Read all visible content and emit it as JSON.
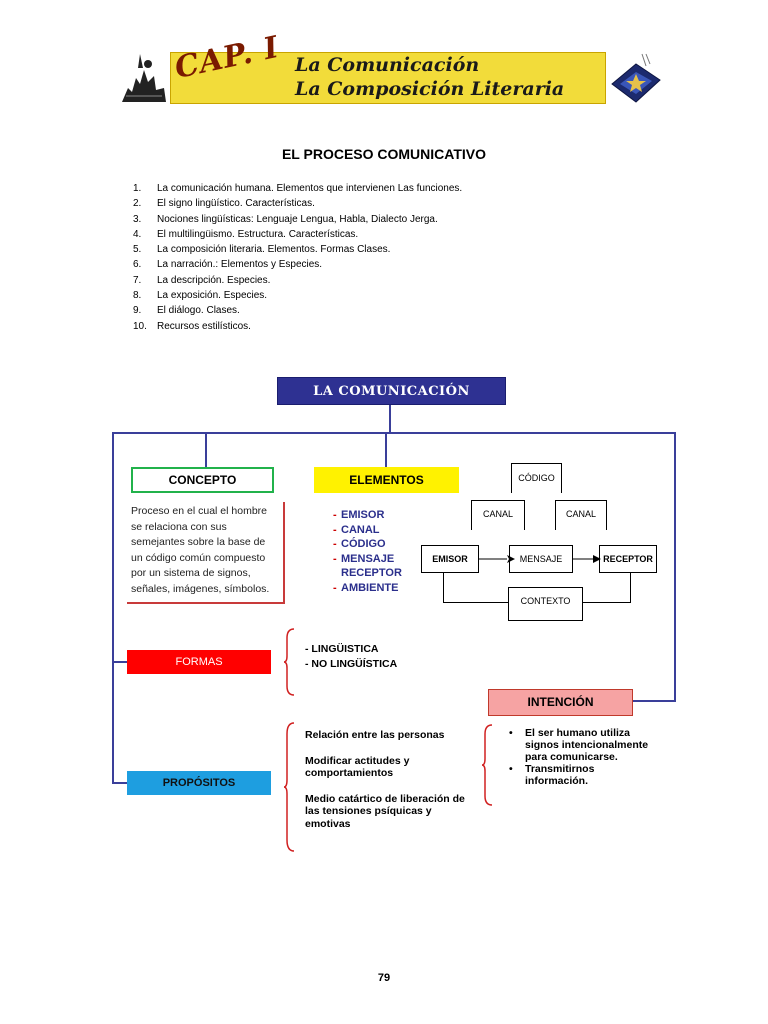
{
  "header": {
    "chapter": "CAP. I",
    "line1": "La Comunicación",
    "line2": "La Composición Literaria"
  },
  "title": "EL PROCESO COMUNICATIVO",
  "toc": [
    {
      "num": "1.",
      "text": "La comunicación humana.  Elementos que intervienen  Las funciones."
    },
    {
      "num": "2.",
      "text": "El signo lingüístico. Características."
    },
    {
      "num": "3.",
      "text": "Nociones  lingüísticas: Lenguaje Lengua, Habla, Dialecto Jerga."
    },
    {
      "num": "4.",
      "text": "El multilingüismo. Estructura. Características."
    },
    {
      "num": "5.",
      "text": "La composición literaria. Elementos. Formas Clases."
    },
    {
      "num": "6.",
      "text": "La narración.: Elementos  y Especies."
    },
    {
      "num": "7.",
      "text": "La  descripción. Especies."
    },
    {
      "num": "8.",
      "text": "La  exposición. Especies."
    },
    {
      "num": "9.",
      "text": "El diálogo. Clases."
    },
    {
      "num": "10.",
      "text": "Recursos estilísticos."
    }
  ],
  "diagram": {
    "main": "LA COMUNICACIÓN",
    "concepto": {
      "label": "CONCEPTO",
      "text": "Proceso en el cual el hombre se relaciona con sus semejantes sobre la base de un código común compuesto por un sistema de signos, señales, imágenes, símbolos."
    },
    "elementos": {
      "label": "ELEMENTOS",
      "items": [
        {
          "dash": "-",
          "text": "EMISOR"
        },
        {
          "dash": "-",
          "text": "CANAL"
        },
        {
          "dash": "-",
          "text": "CÓDIGO"
        },
        {
          "dash": "-",
          "text": "MENSAJE"
        },
        {
          "dash": "",
          "text": "RECEPTOR"
        },
        {
          "dash": "-",
          "text": "AMBIENTE"
        }
      ]
    },
    "schema": {
      "codigo": "CÓDIGO",
      "canal_left": "CANAL",
      "canal_right": "CANAL",
      "emisor": "EMISOR",
      "mensaje": "MENSAJE",
      "receptor": "RECEPTOR",
      "contexto": "CONTEXTO"
    },
    "formas": {
      "label": "FORMAS",
      "items": [
        "- LINGÜISTICA",
        "- NO LINGÜÍSTICA"
      ]
    },
    "propositos": {
      "label": "PROPÓSITOS",
      "items": [
        "Relación entre las personas",
        "Modificar actitudes y comportamientos",
        "Medio catártico de liberación de las tensiones psíquicas y emotivas"
      ]
    },
    "intencion": {
      "label": "INTENCIÓN",
      "items": [
        "El ser humano utiliza signos intencionalmente para comunicarse.",
        "Transmitirnos información."
      ]
    },
    "colors": {
      "navy": "#2e3192",
      "green": "#21b24b",
      "yellow": "#fff200",
      "red": "#ff0000",
      "blue": "#1e9ee0",
      "pink": "#f6a3a3"
    }
  },
  "page_number": "79"
}
